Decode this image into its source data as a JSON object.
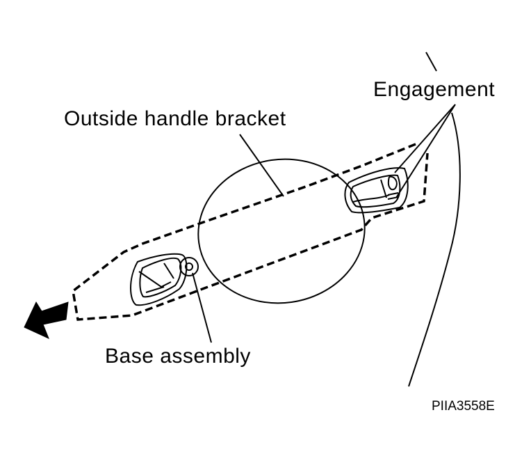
{
  "labels": {
    "engagement": "Engagement",
    "outside_handle_bracket": "Outside handle bracket",
    "base_assembly": "Base assembly",
    "figure_code": "PIIA3558E"
  },
  "colors": {
    "line": "#000000",
    "background": "#ffffff"
  }
}
